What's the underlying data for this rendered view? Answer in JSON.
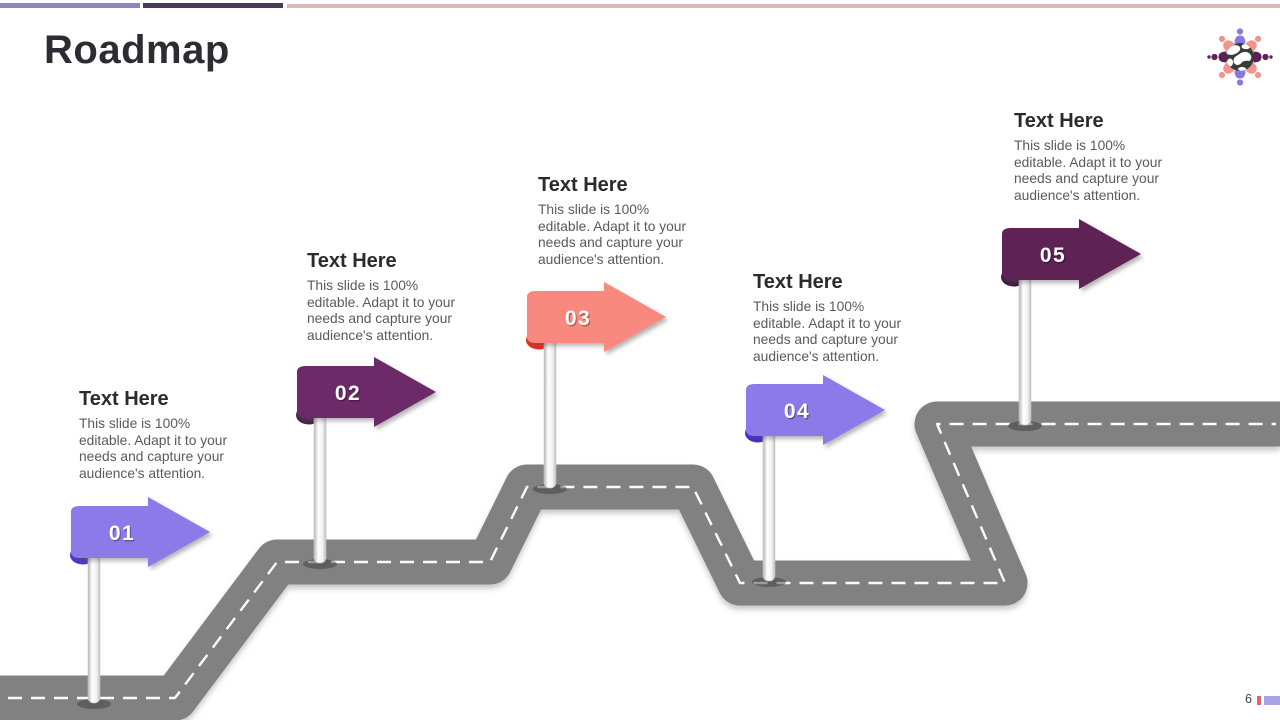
{
  "slide": {
    "title": "Roadmap",
    "top_bars": {
      "left_color": "#8f84bd",
      "mid_color": "#4c3b55",
      "right_color": "#ddb9b5"
    },
    "logo": {
      "palette": {
        "globe": "#3b3b3b",
        "purple": "#8679e3",
        "salmon": "#f2938c",
        "plum": "#5d2157"
      }
    },
    "road": {
      "color": "#818181",
      "dash_color": "#fafafa"
    },
    "milestones": [
      {
        "number": "01",
        "title": "Text Here",
        "body_lines": [
          "This slide is 100%",
          "editable. Adapt it to your",
          "needs and capture your",
          "audience's attention."
        ],
        "colors": {
          "body": "#8b7ae8",
          "curl": "#4c33d4"
        }
      },
      {
        "number": "02",
        "title": "Text Here",
        "body_lines": [
          "This slide is 100%",
          "editable. Adapt it to your",
          "needs and capture your",
          "audience's attention."
        ],
        "colors": {
          "body": "#6c2a68",
          "curl": "#481d4d"
        }
      },
      {
        "number": "03",
        "title": "Text Here",
        "body_lines": [
          "This slide is 100%",
          "editable. Adapt it to your",
          "needs and capture your",
          "audience's attention."
        ],
        "colors": {
          "body": "#f9897f",
          "curl": "#e92a1c"
        }
      },
      {
        "number": "04",
        "title": "Text Here",
        "body_lines": [
          "This slide is 100%",
          "editable. Adapt it to your",
          "needs and capture your",
          "audience's attention."
        ],
        "colors": {
          "body": "#8b7ae8",
          "curl": "#4429d6"
        }
      },
      {
        "number": "05",
        "title": "Text Here",
        "body_lines": [
          "This slide is 100%",
          "editable. Adapt it to your",
          "needs and capture your",
          "audience's attention."
        ],
        "colors": {
          "body": "#5e2055",
          "curl": "#3d1539"
        }
      }
    ],
    "footer": {
      "page_number": "6",
      "tick_color": "#d96a6a",
      "bar_color": "#aaa2e6"
    }
  }
}
